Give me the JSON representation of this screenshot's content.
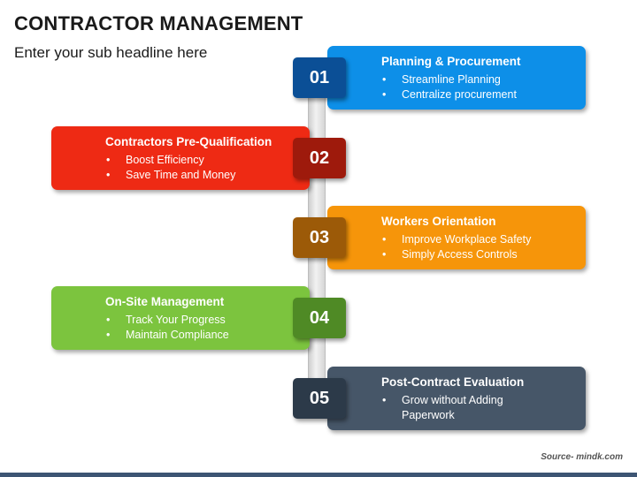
{
  "header": {
    "title": "CONTRACTOR MANAGEMENT",
    "subtitle": "Enter your sub headline here"
  },
  "steps": [
    {
      "number": "01",
      "title": "Planning & Procurement",
      "bullets": [
        "Streamline Planning",
        "Centralize procurement"
      ],
      "color": "#0d8fe8",
      "badge_color": "#0b4f96"
    },
    {
      "number": "02",
      "title": "Contractors Pre-Qualification",
      "bullets": [
        "Boost Efficiency",
        "Save Time and Money"
      ],
      "color": "#ee2a14",
      "badge_color": "#9e1a0c"
    },
    {
      "number": "03",
      "title": "Workers Orientation",
      "bullets": [
        "Improve Workplace Safety",
        "Simply Access Controls"
      ],
      "color": "#f6950a",
      "badge_color": "#9c5a08"
    },
    {
      "number": "04",
      "title": "On-Site Management",
      "bullets": [
        "Track Your Progress",
        "Maintain Compliance"
      ],
      "color": "#7cc43e",
      "badge_color": "#4f8a25"
    },
    {
      "number": "05",
      "title": "Post-Contract Evaluation",
      "bullets": [
        "Grow without Adding Paperwork"
      ],
      "color": "#465668",
      "badge_color": "#2c3a49"
    }
  ],
  "footer": {
    "source": "Source- mindk.com"
  }
}
